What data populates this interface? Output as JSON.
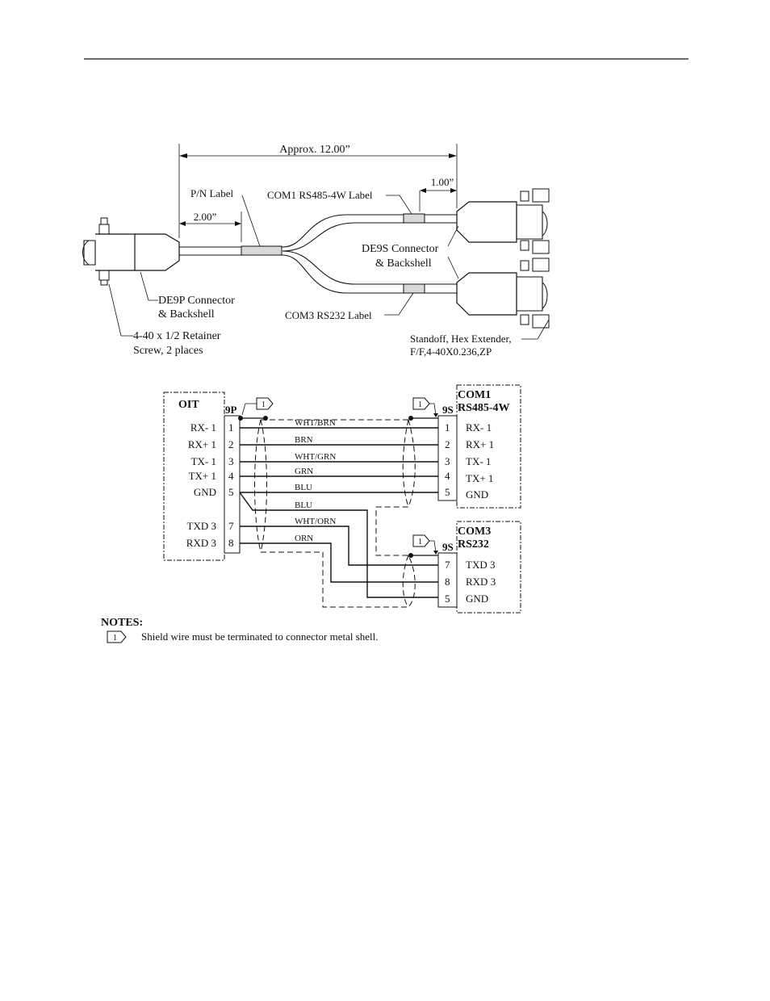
{
  "cable": {
    "overall_length": "Approx. 12.00”",
    "label_offset": "1.00”",
    "pn_offset": "2.00”",
    "pn_label": "P/N Label",
    "com1_label": "COM1 RS485-4W Label",
    "com3_label": "COM3 RS232 Label",
    "de9s_line1": "DE9S Connector",
    "de9s_line2": "& Backshell",
    "de9p_line1": "DE9P Connector",
    "de9p_line2": "& Backshell",
    "screw_line1": "4-40 x 1/2 Retainer",
    "screw_line2": "Screw, 2 places",
    "standoff_line1": "Standoff, Hex Extender,",
    "standoff_line2": "F/F,4-40X0.236,ZP"
  },
  "schematic": {
    "oit": {
      "title": "OIT",
      "connector": "9P",
      "signals": [
        {
          "name": "RX-  1",
          "pin": "1"
        },
        {
          "name": "RX+ 1",
          "pin": "2"
        },
        {
          "name": "TX-  1",
          "pin": "3"
        },
        {
          "name": "TX+ 1",
          "pin": "4"
        },
        {
          "name": "GND",
          "pin": "5"
        },
        {
          "name": "TXD 3",
          "pin": "7"
        },
        {
          "name": "RXD 3",
          "pin": "8"
        }
      ]
    },
    "com1": {
      "title_line1": "COM1",
      "title_line2": "RS485-4W",
      "connector": "9S",
      "signals": [
        {
          "name": "RX-  1",
          "pin": "1"
        },
        {
          "name": "RX+ 1",
          "pin": "2"
        },
        {
          "name": "TX-  1",
          "pin": "3"
        },
        {
          "name": "TX+ 1",
          "pin": "4"
        },
        {
          "name": "GND",
          "pin": "5"
        }
      ]
    },
    "com3": {
      "title_line1": "COM3",
      "title_line2": "RS232",
      "connector": "9S",
      "signals": [
        {
          "name": "TXD 3",
          "pin": "7"
        },
        {
          "name": "RXD 3",
          "pin": "8"
        },
        {
          "name": "GND",
          "pin": "5"
        }
      ]
    },
    "wires": [
      "WHT/BRN",
      "BRN",
      "WHT/GRN",
      "GRN",
      "BLU",
      "BLU",
      "WHT/ORN",
      "ORN"
    ],
    "note_flag": "1"
  },
  "notes": {
    "heading": "NOTES:",
    "flag": "1",
    "text": "Shield wire must be terminated to connector metal shell."
  }
}
